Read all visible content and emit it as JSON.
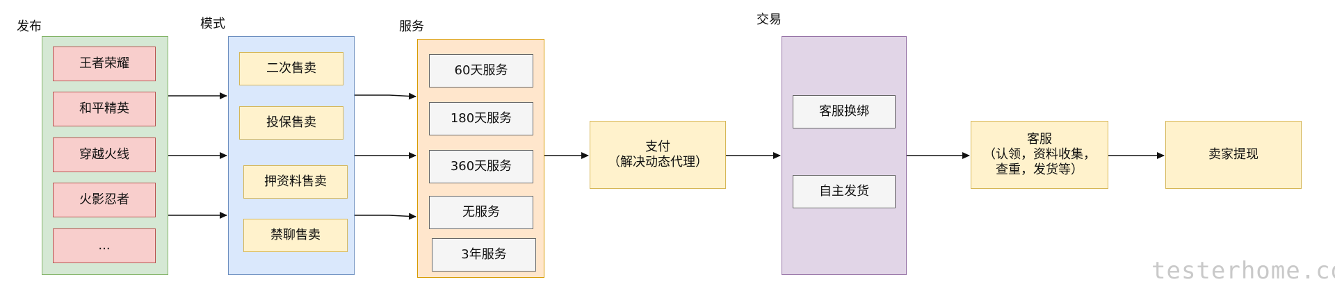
{
  "sections": {
    "publish": {
      "label": "发布",
      "items": [
        "王者荣耀",
        "和平精英",
        "穿越火线",
        "火影忍者",
        "..."
      ],
      "fill": "#d5e8d4",
      "stroke": "#82b366"
    },
    "mode": {
      "label": "模式",
      "items": [
        "二次售卖",
        "投保售卖",
        "押资料售卖",
        "禁聊售卖"
      ],
      "fill": "#dae8fc",
      "stroke": "#6c8ebf"
    },
    "service": {
      "label": "服务",
      "items": [
        "60天服务",
        "180天服务",
        "360天服务",
        "无服务",
        "3年服务"
      ],
      "fill": "#ffe6cc",
      "stroke": "#d79b00"
    },
    "trade": {
      "label": "交易",
      "items": [
        "客服换绑",
        "自主发货"
      ],
      "fill": "#e1d5e7",
      "stroke": "#9673a6"
    }
  },
  "flow": {
    "payment": {
      "line1": "支付",
      "line2": "（解决动态代理）"
    },
    "customer_service": {
      "line1": "客服",
      "line2": "（认领，资料收集，",
      "line3": "查重，发货等）"
    },
    "withdraw": {
      "line1": "卖家提现"
    }
  },
  "watermark": "testerhome.com"
}
